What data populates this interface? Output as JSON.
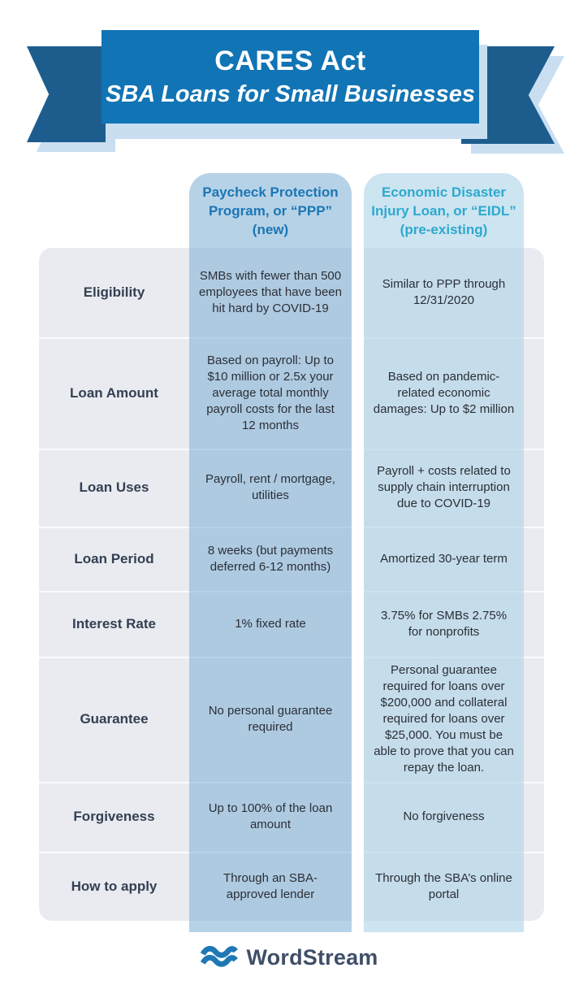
{
  "banner": {
    "title": "CARES Act",
    "subtitle": "SBA Loans for Small Businesses"
  },
  "columns": [
    {
      "id": "ppp",
      "label": "Paycheck Protection Program, or “PPP” (new)"
    },
    {
      "id": "eidl",
      "label": "Economic Disaster Injury Loan, or “EIDL” (pre-existing)"
    }
  ],
  "rows": [
    {
      "label": "Eligibility",
      "ppp": "SMBs with fewer than 500 employees that have been hit hard by COVID-19",
      "eidl": "Similar to PPP through 12/31/2020"
    },
    {
      "label": "Loan Amount",
      "ppp": "Based on payroll: Up to $10 million or 2.5x your average total monthly payroll costs for the last 12 months",
      "eidl": "Based on pandemic-related economic damages: Up to $2 million"
    },
    {
      "label": "Loan Uses",
      "ppp": "Payroll, rent / mortgage, utilities",
      "eidl": "Payroll + costs related to supply chain interruption due to COVID-19"
    },
    {
      "label": "Loan Period",
      "ppp": "8 weeks (but payments deferred 6-12 months)",
      "eidl": "Amortized 30-year term"
    },
    {
      "label": "Interest Rate",
      "ppp": "1% fixed rate",
      "eidl": "3.75% for SMBs 2.75% for nonprofits"
    },
    {
      "label": "Guarantee",
      "ppp": "No personal guarantee required",
      "eidl": "Personal guarantee required for loans over $200,000 and collateral required for loans over $25,000. You must be able to prove that you can repay the loan."
    },
    {
      "label": "Forgiveness",
      "ppp": "Up to 100% of the loan amount",
      "eidl": "No forgiveness"
    },
    {
      "label": "How to apply",
      "ppp": "Through an SBA-approved lender",
      "eidl": "Through the SBA’s online portal"
    }
  ],
  "footer": {
    "brand": "WordStream"
  },
  "colors": {
    "banner_blue": "#1174b5",
    "ribbon_dark_blue": "#1d5d8e",
    "ribbon_shadow_blue": "#c9dff1",
    "ppp_header_text": "#1b76b4",
    "eidl_header_text": "#2da9ce",
    "ppp_column_bg": "#b8d4e8",
    "eidl_column_bg": "#cfe5f1",
    "panel_bg": "#e9ebf0",
    "row_label_text": "#333f52",
    "cell_text": "#2b2f36",
    "brand_text": "#3f4f68",
    "wave_blue": "#1f78b5"
  }
}
